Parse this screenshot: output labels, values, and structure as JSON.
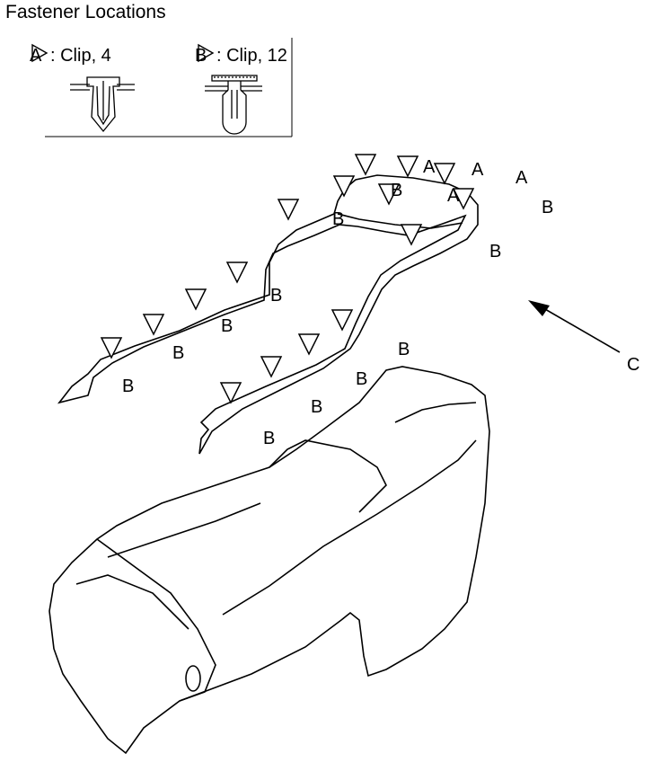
{
  "title": "Fastener Locations",
  "legend": [
    {
      "symbol": "A",
      "text": ": Clip, 4"
    },
    {
      "symbol": "B",
      "text": ": Clip, 12"
    }
  ],
  "callouts": {
    "A": "A",
    "B": "B",
    "C": "C"
  }
}
